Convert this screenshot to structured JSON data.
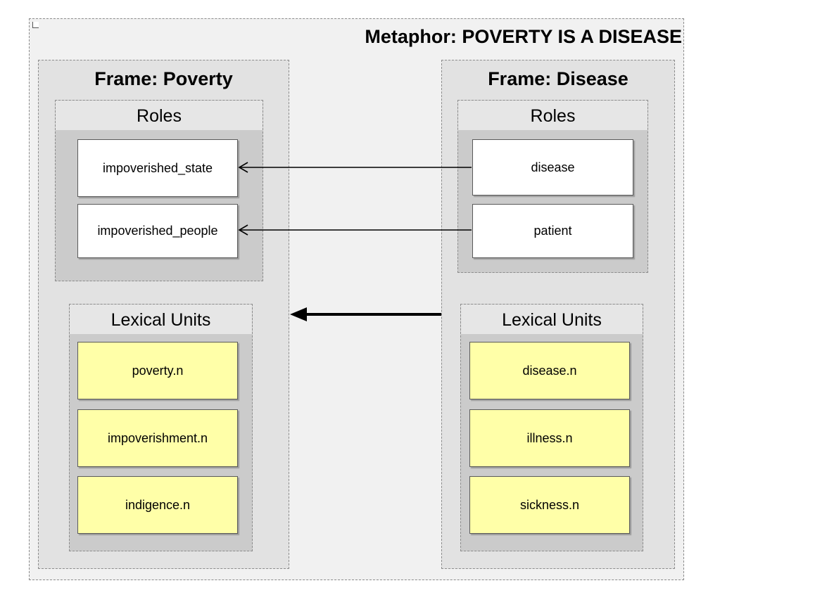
{
  "metaphor": {
    "title": "Metaphor: POVERTY IS A DISEASE"
  },
  "frames": {
    "poverty": {
      "title": "Frame: Poverty",
      "roles_title": "Roles",
      "roles": [
        "impoverished_state",
        "impoverished_people"
      ],
      "lexical_title": "Lexical Units",
      "lexical_units": [
        "poverty.n",
        "impoverishment.n",
        "indigence.n"
      ]
    },
    "disease": {
      "title": "Frame: Disease",
      "roles_title": "Roles",
      "roles": [
        "disease",
        "patient"
      ],
      "lexical_title": "Lexical Units",
      "lexical_units": [
        "disease.n",
        "illness.n",
        "sickness.n"
      ]
    }
  },
  "colors": {
    "lexical_unit_fill": "#ffffa8",
    "role_fill": "#ffffff",
    "arrow": "#000000"
  }
}
